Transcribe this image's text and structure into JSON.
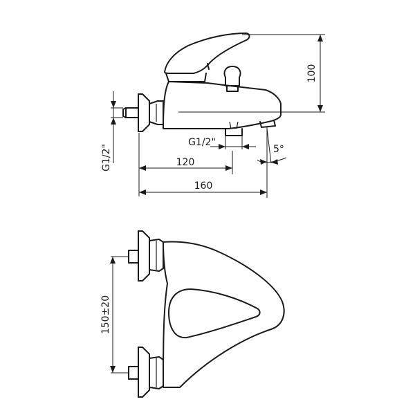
{
  "dimensions": {
    "height": "100",
    "inlet_thread": "G1/2\"",
    "side_thread": "G1/2\"",
    "spout_angle": "5°",
    "outlet_offset": "120",
    "total_length": "160",
    "inlet_spacing": "150±20"
  }
}
